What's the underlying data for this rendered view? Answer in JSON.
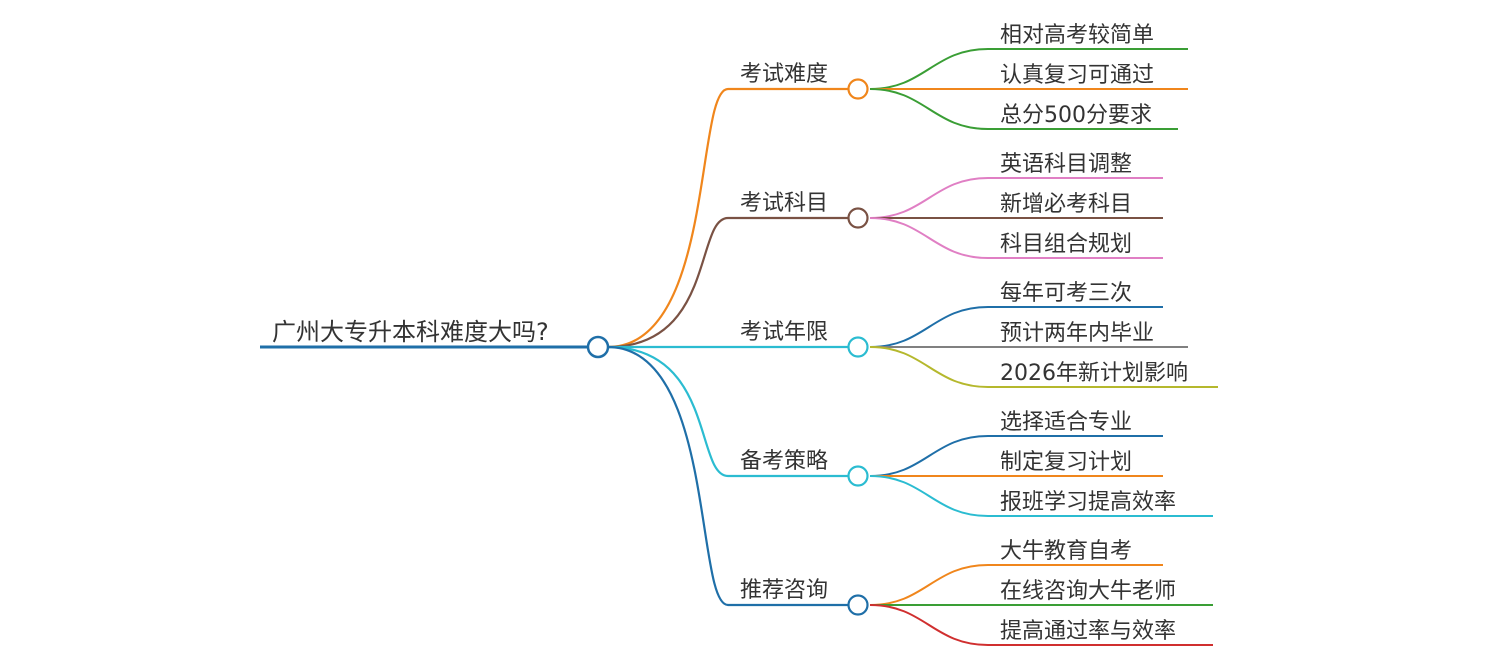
{
  "root": {
    "label": "广州大专升本科难度大吗?",
    "color": "#1f6fa8"
  },
  "branches": [
    {
      "label": "考试难度",
      "color": "#f0861c",
      "children": [
        {
          "label": "相对高考较简单",
          "color": "#3a9e35"
        },
        {
          "label": "认真复习可通过",
          "color": "#f0861c"
        },
        {
          "label": "总分500分要求",
          "color": "#3a9e35"
        }
      ]
    },
    {
      "label": "考试科目",
      "color": "#7a5244",
      "children": [
        {
          "label": "英语科目调整",
          "color": "#e07fc4"
        },
        {
          "label": "新增必考科目",
          "color": "#7a5244"
        },
        {
          "label": "科目组合规划",
          "color": "#e07fc4"
        }
      ]
    },
    {
      "label": "考试年限",
      "color": "#2bbcd1",
      "children": [
        {
          "label": "每年可考三次",
          "color": "#1f6fa8"
        },
        {
          "label": "预计两年内毕业",
          "color": "#808080"
        },
        {
          "label": "2026年新计划影响",
          "color": "#b5b82d"
        }
      ]
    },
    {
      "label": "备考策略",
      "color": "#2bbcd1",
      "children": [
        {
          "label": "选择适合专业",
          "color": "#1f6fa8"
        },
        {
          "label": "制定复习计划",
          "color": "#f0861c"
        },
        {
          "label": "报班学习提高效率",
          "color": "#2bbcd1"
        }
      ]
    },
    {
      "label": "推荐咨询",
      "color": "#1f6fa8",
      "children": [
        {
          "label": "大牛教育自考",
          "color": "#f0861c"
        },
        {
          "label": "在线咨询大牛老师",
          "color": "#3a9e35"
        },
        {
          "label": "提高通过率与效率",
          "color": "#d02f2f"
        }
      ]
    }
  ]
}
